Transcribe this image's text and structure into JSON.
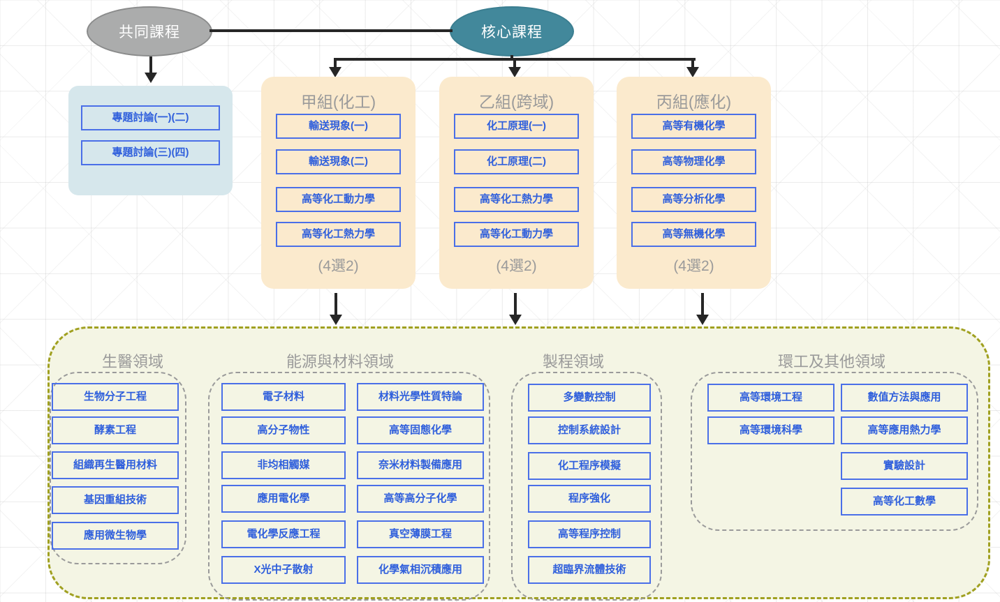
{
  "top_nodes": {
    "common": {
      "label": "共同課程",
      "color": "#abacac"
    },
    "core": {
      "label": "核心課程",
      "color": "#42889b"
    }
  },
  "common_panel": {
    "name": "共同課程",
    "color": "#d6e7ec",
    "courses": [
      "專題討論(一)(二)",
      "專題討論(三)(四)"
    ]
  },
  "core_groups": [
    {
      "title": "甲組(化工)",
      "note": "(4選2)",
      "courses": [
        "輸送現象(一)",
        "輸送現象(二)",
        "高等化工動力學",
        "高等化工熱力學"
      ]
    },
    {
      "title": "乙組(跨域)",
      "note": "(4選2)",
      "courses": [
        "化工原理(一)",
        "化工原理(二)",
        "高等化工熱力學",
        "高等化工動力學"
      ]
    },
    {
      "title": "丙組(應化)",
      "note": "(4選2)",
      "courses": [
        "高等有機化學",
        "高等物理化學",
        "高等分析化學",
        "高等無機化學"
      ]
    }
  ],
  "elective_domains": [
    {
      "title": "生醫領域",
      "columns": [
        [
          "生物分子工程",
          "酵素工程",
          "組織再生醫用材料",
          "基因重組技術",
          "應用微生物學"
        ]
      ]
    },
    {
      "title": "能源與材料領域",
      "columns": [
        [
          "電子材料",
          "高分子物性",
          "非均相觸媒",
          "應用電化學",
          "電化學反應工程",
          "X光中子散射"
        ],
        [
          "材料光學性質特論",
          "高等固態化學",
          "奈米材料製備應用",
          "高等高分子化學",
          "真空薄膜工程",
          "化學氣相沉積應用"
        ]
      ]
    },
    {
      "title": "製程領域",
      "columns": [
        [
          "多變數控制",
          "控制系統設計",
          "化工程序模擬",
          "程序強化",
          "高等程序控制",
          "超臨界流體技術"
        ]
      ]
    },
    {
      "title": "環工及其他領域",
      "columns": [
        [
          "高等環境工程",
          "高等環境科學"
        ],
        [
          "數值方法與應用",
          "高等應用熱力學",
          "實驗設計",
          "高等化工數學"
        ]
      ]
    }
  ],
  "colors": {
    "course_border": "#4a6fe8",
    "course_text": "#2f5fdc",
    "group_panel": "#fbeacd",
    "elective_fill": "#f4f5e4",
    "elective_border": "#a0a020",
    "domain_border": "#9a9a9a",
    "connector": "#262626"
  }
}
